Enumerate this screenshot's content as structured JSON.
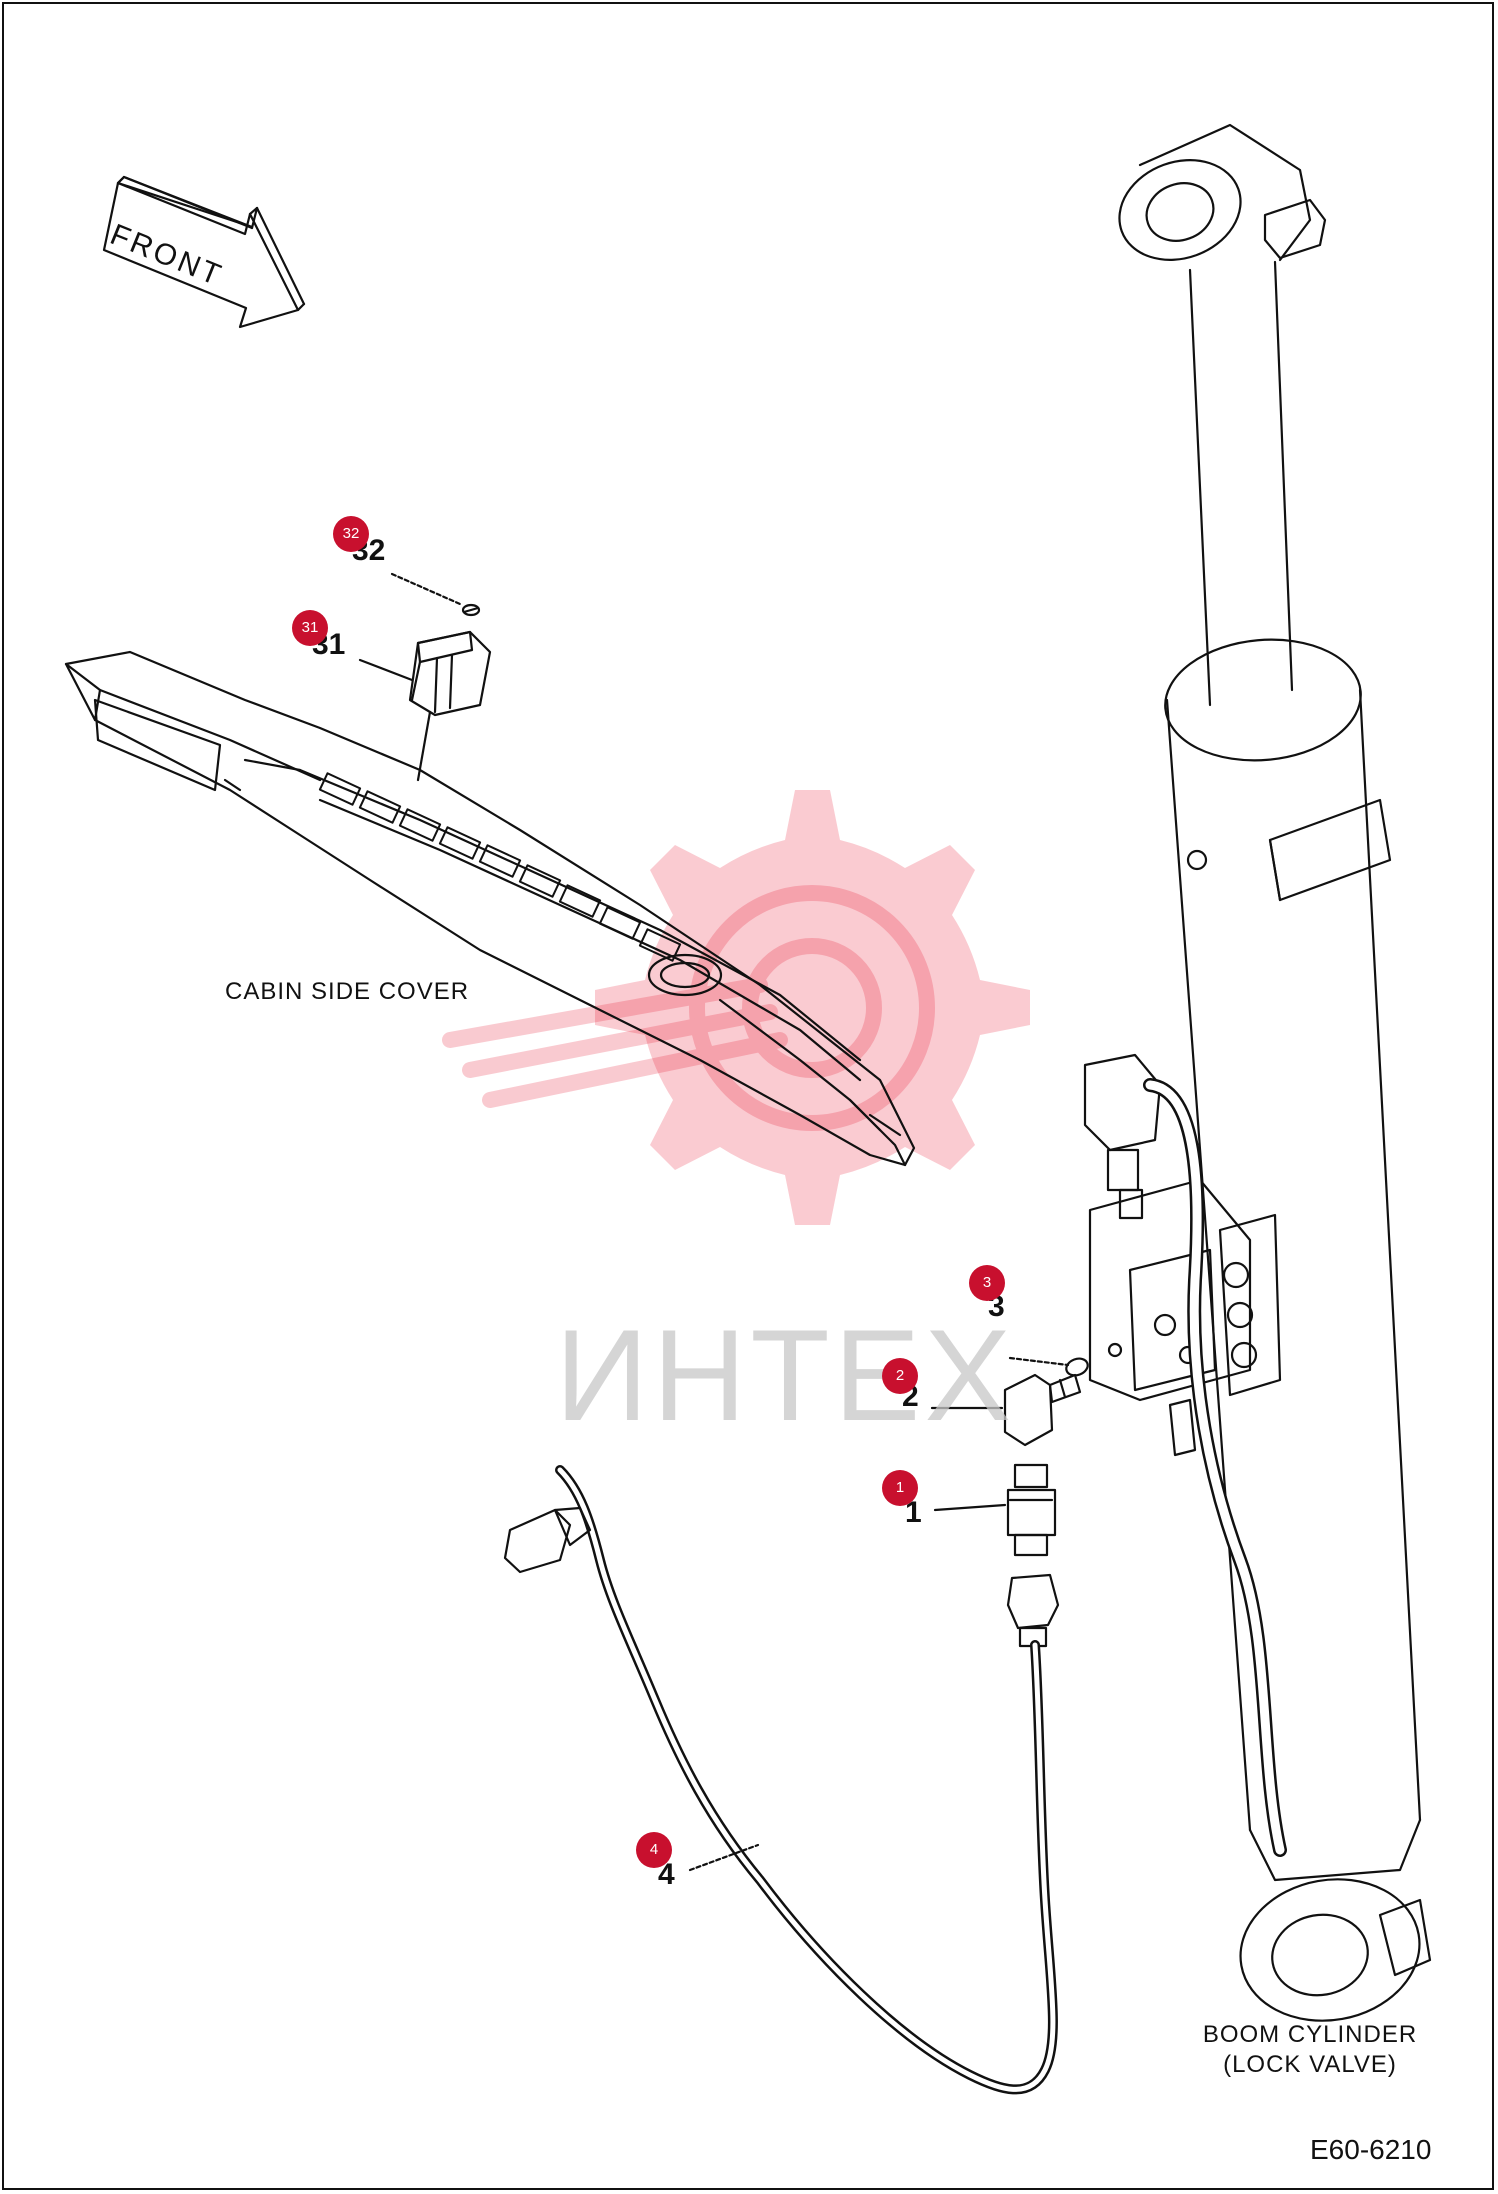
{
  "diagram": {
    "front_label": "FRONT",
    "cabin_cover_label": "CABIN SIDE COVER",
    "boom_label_line1": "BOOM CYLINDER",
    "boom_label_line2": "(LOCK VALVE)",
    "drawing_code": "E60-6210",
    "watermark_text": "ИНТЕХ",
    "accent_color": "#c8102e",
    "callouts": [
      {
        "badge": "32",
        "num": "32"
      },
      {
        "badge": "31",
        "num": "31"
      },
      {
        "badge": "3",
        "num": "3"
      },
      {
        "badge": "2",
        "num": "2"
      },
      {
        "badge": "1",
        "num": "1"
      },
      {
        "badge": "4",
        "num": "4"
      }
    ]
  }
}
